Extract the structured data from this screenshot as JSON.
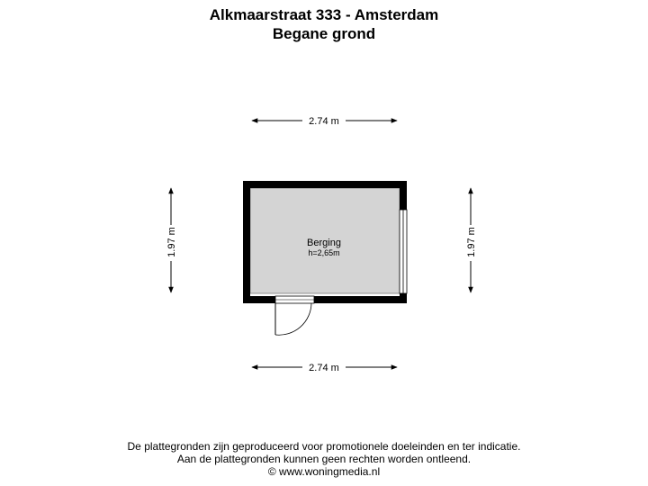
{
  "header": {
    "title": "Alkmaarstraat 333 - Amsterdam",
    "subtitle": "Begane grond"
  },
  "plan": {
    "room": {
      "name": "Berging",
      "height": "h=2,65m"
    },
    "dimensions": {
      "top": "2.74 m",
      "bottom": "2.74 m",
      "left": "1.97 m",
      "right": "1.97 m"
    }
  },
  "footer": {
    "line1": "De plattegronden zijn geproduceerd voor promotionele doeleinden en ter indicatie.",
    "line2": "Aan de plattegronden kunnen geen rechten worden ontleend.",
    "line3": "© www.woningmedia.nl"
  },
  "colors": {
    "wall": "#000000",
    "floor": "#d4d4d4",
    "window": "#ffffff"
  }
}
